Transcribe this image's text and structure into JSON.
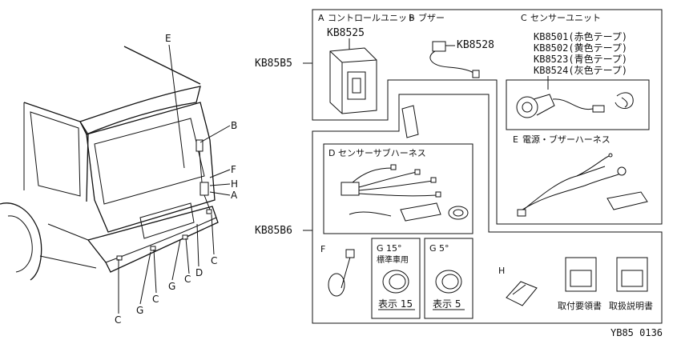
{
  "kit_upper": "KB85B5",
  "kit_lower": "KB85B6",
  "diagram_code": "YB85 0136",
  "vehicle_callouts": [
    "E",
    "B",
    "F",
    "H",
    "A",
    "C",
    "D",
    "C",
    "G",
    "C",
    "G",
    "C"
  ],
  "parts": {
    "A": {
      "letter": "A",
      "name": "コントロールユニット",
      "part_no": "KB8525"
    },
    "B": {
      "letter": "B",
      "name": "ブザー",
      "part_no": "KB8528"
    },
    "C": {
      "letter": "C",
      "name": "センサーユニット",
      "variants": [
        "KB8501(赤色テープ)",
        "KB8502(黄色テープ)",
        "KB8523(青色テープ)",
        "KB8524(灰色テープ)"
      ]
    },
    "D": {
      "letter": "D",
      "name": "センサーサブハーネス"
    },
    "E": {
      "letter": "E",
      "name": "電源・ブザーハーネス"
    },
    "F": {
      "letter": "F"
    },
    "G15": {
      "title": "G 15°",
      "note": "標準車用",
      "display": "表示 15"
    },
    "G5": {
      "title": "G 5°",
      "display": "表示 5"
    },
    "H": {
      "letter": "H"
    }
  },
  "manuals": [
    "取付要領書",
    "取扱説明書"
  ]
}
